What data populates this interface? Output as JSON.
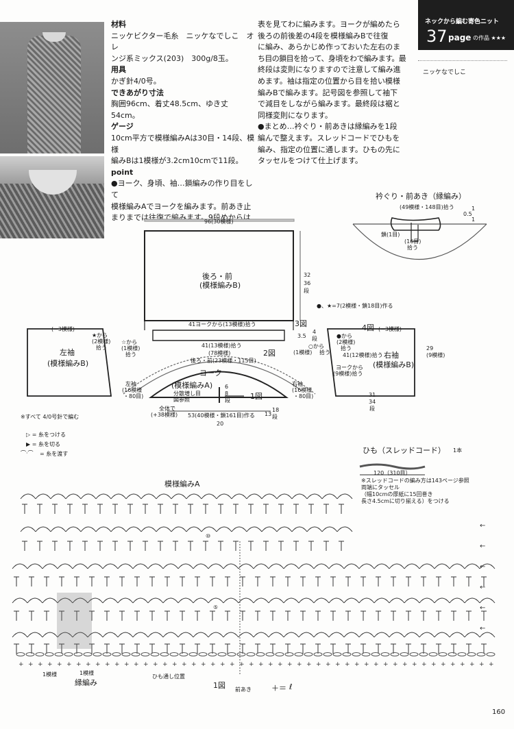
{
  "header": {
    "subtitle": "ネックから編む寄色ニット",
    "page_no": "37",
    "page_word": "page",
    "suffix": "の作品 ★★★",
    "yarn_brand": "ニッケなでしこ"
  },
  "materials": {
    "h_material": "材料",
    "material_1": "ニッケビクター毛糸　ニッケなでしこ　オレ",
    "material_2": "ンジ系ミックス(203)　300g/8玉。",
    "h_tools": "用具",
    "tools": "かぎ針4/0号。",
    "h_size": "できあがり寸法",
    "size": "胸囲96cm、着丈48.5cm、ゆき丈54cm。",
    "h_gauge": "ゲージ",
    "gauge_1": "10cm平方で模様編みAは30目・14段、模様",
    "gauge_2": "編みBは1模様が3.2cm10cmで11段。",
    "h_point": "point",
    "point_1": "●ヨーク、身頃、袖…鎖編みの作り目をして",
    "point_2": "模様編みAでヨークを編みます。前あき止",
    "point_3": "まりまでは往復で編みます。9段めからは"
  },
  "instructions": {
    "line_1": "表を見てわに編みます。ヨークが編めたら",
    "line_2": "後ろの前後差の4段を模様編みBで往復",
    "line_3": "に編み、あらかじめ作っておいた左右のま",
    "line_4": "ち目の鎖目を拾って、身頃をわで編みます。最",
    "line_5": "終段は変則になりますので注意して編み進",
    "line_6": "めます。袖は指定の位置から目を拾い模様",
    "line_7": "編みBで編みます。記号図を参照して袖下",
    "line_8": "で減目をしながら編みます。最終段は裾と",
    "line_9": "同様変則になります。",
    "line_10": "●まとめ…衿ぐり・前あきは縁編みを1段",
    "line_11": "編んで整えます。スレッドコードでひもを",
    "line_12": "編み、指定の位置に通します。ひもの先に",
    "line_13": "タッセルをつけて仕上げます。"
  },
  "collar": {
    "title": "衿ぐり・前あき（縁編み）",
    "pick": "(49模様・148目)拾う",
    "d1": "1",
    "d05": "0.5",
    "d1b": "1",
    "chain": "鎖(1目)",
    "pick2a": "(16目)",
    "pick2b": "拾う"
  },
  "body": {
    "width": "96(30模様)",
    "name": "後ろ・前",
    "pattern": "(模様編みB)",
    "len_cm": "32",
    "len_rows": "36",
    "rows_unit": "段",
    "marks_note": "●、★=7(2模様・鎖18目)作る",
    "yoke_pick": "41ヨークから(13模様)拾う",
    "fig3": "3図",
    "d35": "3.5",
    "d4": "4",
    "rows_u2": "段"
  },
  "left_sleeve": {
    "top": "(−3模様)",
    "name": "左袖",
    "pattern": "(模様編みB)",
    "star_a": "★から",
    "star_b": "(2模様)",
    "star_c": "拾う",
    "sym_a": "☆から",
    "sym_b": "(1模様)",
    "sym_c": "拾う",
    "pick_a": "左袖",
    "pick_b": "(16模様",
    "pick_c": "・80目)"
  },
  "right_sleeve": {
    "top": "(−3模様)",
    "fig4": "4図",
    "name": "右袖",
    "pattern": "(模様編みB)",
    "dot_a": "●から",
    "dot_b": "(2模様)",
    "dot_c": "拾う",
    "sym_a": "○から",
    "sym_b": "(1模様)",
    "sym_c": "拾う",
    "mid": "41(12模様)拾う",
    "yoke_a": "ヨークから",
    "yoke_b": "(9模様)拾う",
    "pick_a": "右袖",
    "pick_b": "(16模様",
    "pick_c": "・80目)",
    "cm": "29",
    "pat": "(9模様)",
    "len_cm": "31",
    "len_rows": "34",
    "rows_unit": "段"
  },
  "yoke": {
    "d41": "41(13模様)拾う",
    "d78": "(78模様)",
    "back_front": "後ろ・前(23模様・115目)",
    "fig2": "2図",
    "name": "ヨーク",
    "pattern": "(模様編みA)",
    "inc_a": "分散増し目",
    "inc_b": "図参照",
    "d6": "6",
    "d8": "8",
    "rows_unit": "段",
    "fig1": "1図",
    "all_a": "全体で",
    "all_b": "(+38模様)",
    "base": "53(40模様・鎖161目)作る",
    "d13": "13",
    "d18": "18",
    "rows_u2": "段",
    "d20": "20"
  },
  "legend": {
    "note": "※すべて 4/0号針で編む",
    "l1": "▷ = 糸をつける",
    "l2": "▶ = 糸を切る",
    "l3": "= 糸を渡す"
  },
  "cord": {
    "title": "ひも（スレッドコード）",
    "count": "1本",
    "length": "120（310目）",
    "n1": "※スレッドコードの編み方は143ページ参照",
    "n2": "両端にタッセル",
    "n3": "（幅10cmの厚紙に15回巻き",
    "n4": "長さ4.5cmに切り揃える）をつける"
  },
  "chart": {
    "title": "模様編みA",
    "row5": "⑤",
    "row10": "⑩",
    "pattern_1": "1模様",
    "pattern_2": "1模様",
    "edge": "縁編み",
    "cord_pos": "ひも通し位置",
    "fig1": "1図",
    "front_open": "前あき",
    "legend": "＋＝"
  },
  "page_number": "160"
}
